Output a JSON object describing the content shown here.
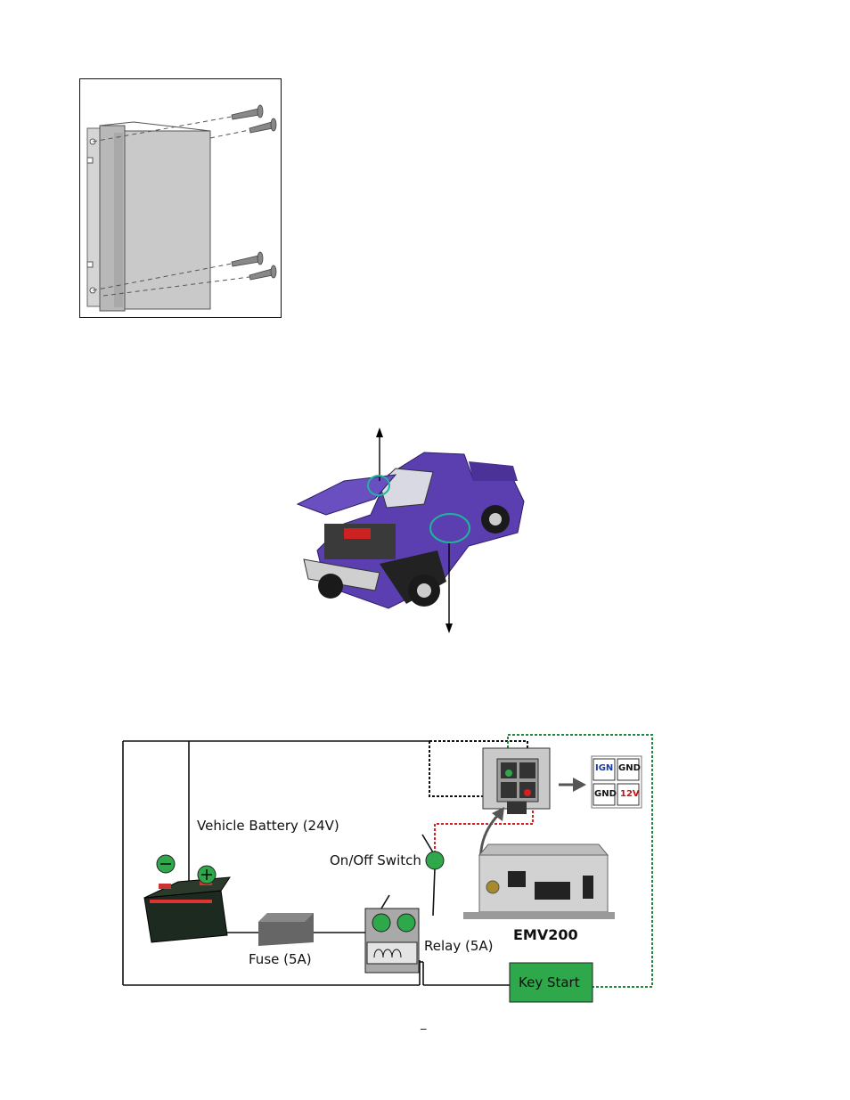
{
  "diagram": {
    "battery_label": "Vehicle Battery (24V)",
    "switch_label": "On/Off Switch",
    "fuse_label": "Fuse (5A)",
    "relay_label": "Relay (5A)",
    "device_label": "EMV200",
    "key_start_label": "Key Start",
    "pins": {
      "ign": "IGN",
      "gnd1": "GND",
      "gnd2": "GND",
      "v12": "12V"
    },
    "footer_mark": "_"
  },
  "colors": {
    "green": "#2ea84a",
    "wire_black": "#111111",
    "wire_red": "#d32020",
    "wire_green": "#1e8a3a",
    "purple": "#5b3fb0",
    "ign_blue": "#1a3a9c",
    "v12_red": "#cc1111"
  }
}
